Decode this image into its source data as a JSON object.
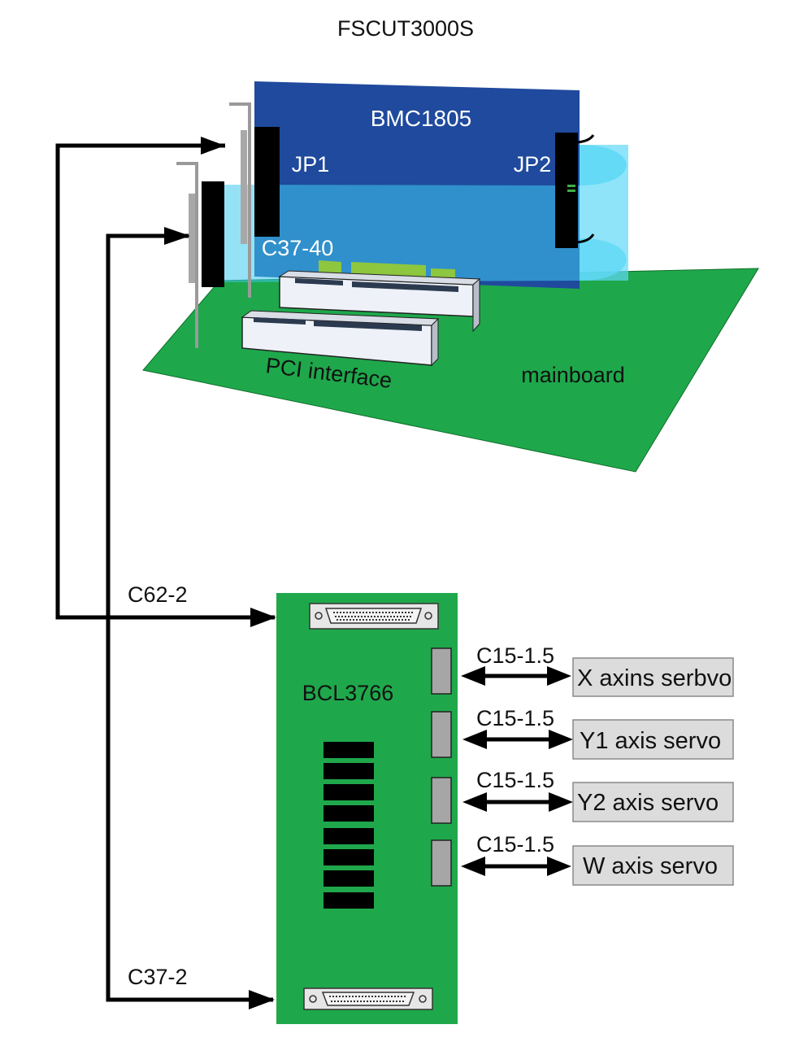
{
  "title": "FSCUT3000S",
  "card": {
    "name": "BMC1805",
    "jp1": "JP1",
    "jp2": "JP2",
    "cable_top": "C37-40"
  },
  "mainboard": {
    "pci_label": "PCI interface",
    "label": "mainboard"
  },
  "terminal_board": {
    "name": "BCL3766",
    "cable_top": "C62-2",
    "cable_bottom": "C37-2"
  },
  "servos": [
    {
      "cable": "C15-1.5",
      "label": "X axins serbvo"
    },
    {
      "cable": "C15-1.5",
      "label": "Y1 axis servo"
    },
    {
      "cable": "C15-1.5",
      "label": "Y2 axis servo"
    },
    {
      "cable": "C15-1.5",
      "label": "W axis servo"
    }
  ],
  "colors": {
    "card_blue": "#1e4a9c",
    "cable_cyan": "#5fd3f5",
    "board_green": "#20a84a",
    "servo_box": "#dcdcdc",
    "arrow": "#000000"
  }
}
